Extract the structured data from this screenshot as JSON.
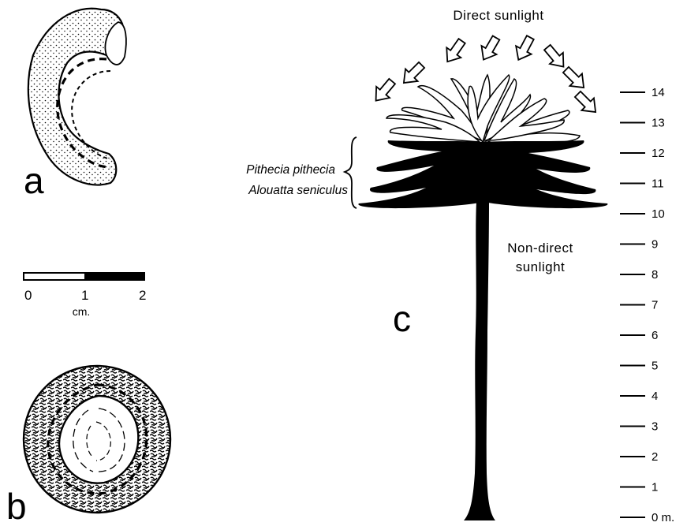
{
  "panels": {
    "a": {
      "label": "a"
    },
    "b": {
      "label": "b"
    },
    "c": {
      "label": "c"
    }
  },
  "scale_bar": {
    "ticks": [
      "0",
      "1",
      "2"
    ],
    "unit": "cm."
  },
  "tree": {
    "top_label": "Direct sunlight",
    "side_label_line1": "Non-direct",
    "side_label_line2": "sunlight",
    "species": [
      "Pithecia pithecia",
      "Alouatta seniculus"
    ]
  },
  "height_axis": {
    "labels": [
      "14",
      "13",
      "12",
      "11",
      "10",
      "9",
      "8",
      "7",
      "6",
      "5",
      "4",
      "3",
      "2",
      "1",
      "0 m."
    ]
  }
}
